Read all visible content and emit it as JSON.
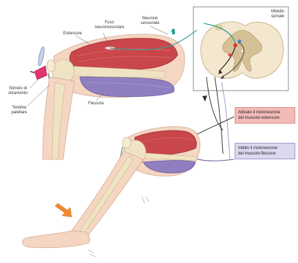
{
  "labels": {
    "estensore": "Estensore",
    "fuso_line1": "Fuso",
    "fuso_line2": "neuromuscolare",
    "neurone_line1": "Neurone",
    "neurone_line2": "sensoriale",
    "midollo_line1": "Midollo",
    "midollo_line2": "spinale",
    "stimolo_line1": "Stimolo di",
    "stimolo_line2": "stiramento",
    "tendine_line1": "Tendine",
    "tendine_line2": "patellare",
    "flessore": "Flessore"
  },
  "boxes": {
    "attiva_line1": "Attivato il motoneurone",
    "attiva_line2": "del muscolo estensore",
    "inibito_line1": "Inibito il motoneurone",
    "inibito_line2": "del muscolo flessore"
  },
  "colors": {
    "extensor_box": "#f2bbb7",
    "flexor_box": "#dcd8ef",
    "muscle_red": "#c9464a",
    "flexor_purple": "#8f7fc0",
    "bone": "#efe3c4",
    "skin": "#f4d6c2",
    "nerve": "#3a9a9a",
    "motion_arrow": "#f08a30"
  },
  "icons": {
    "hammer": "reflex-hammer-icon",
    "motion_arrow": "motion-arrow-icon"
  }
}
